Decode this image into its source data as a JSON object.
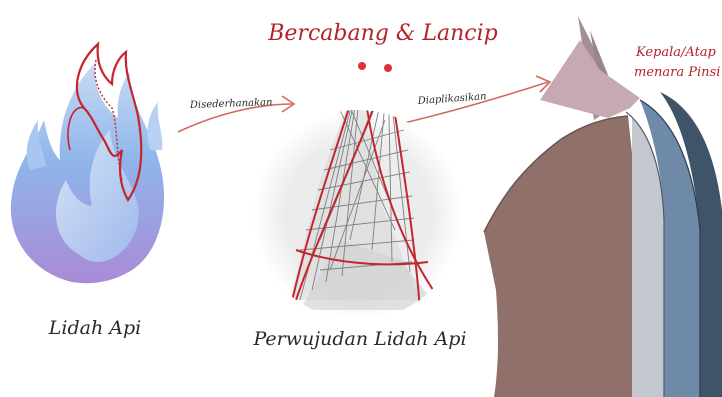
{
  "labels": {
    "flame": "Lidah Api",
    "form": "Perwujudan Lidah Api",
    "top_heading": "Bercabang & Lancip",
    "arrow1": "Disederhanakan",
    "arrow2": "Diaplikasikan",
    "roof_note_line1": "Kepala/Atap",
    "roof_note_line2": "menara Pinsi"
  },
  "colors": {
    "sketch_red": "#c3262e",
    "flame_light": "#c9dcf5",
    "flame_mid": "#8fb5ea",
    "flame_purple": "#a98ad6",
    "roof_mauve": "#a58e9a",
    "roof_pink": "#c7a9b4",
    "roof_brown": "#8f716a",
    "roof_slate": "#3f5468",
    "roof_blue": "#6f8aa8",
    "roof_gray": "#c3c8cf"
  }
}
